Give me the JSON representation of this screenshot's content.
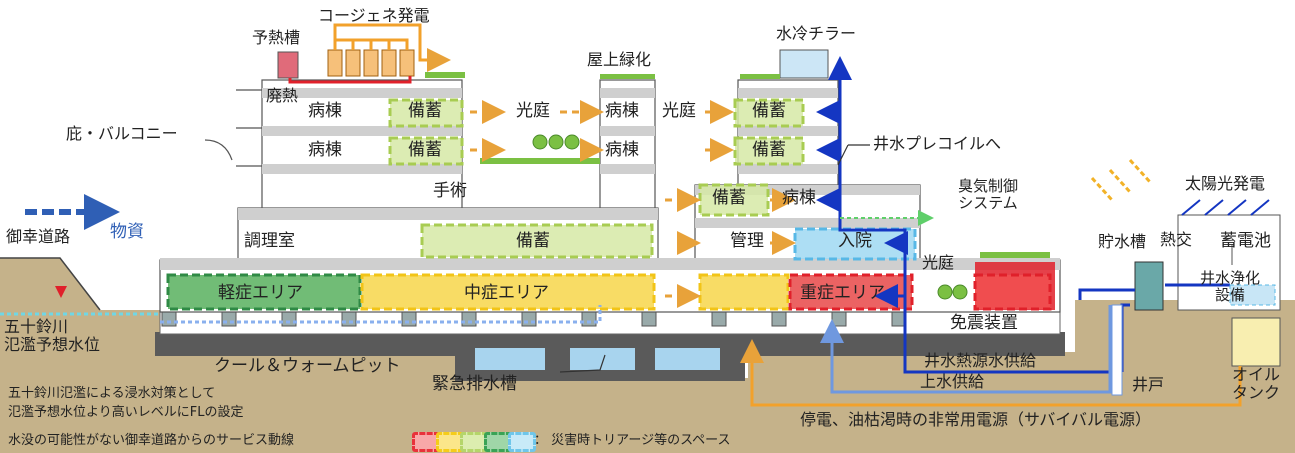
{
  "labels": {
    "preheat_tank": "予熱槽",
    "cogeneration": "コージェネ発電",
    "waste_heat": "廃熱",
    "rooftop_green": "屋上緑化",
    "water_chiller": "水冷チラー",
    "eaves_balcony": "庇・バルコニー",
    "ward": "病棟",
    "storage": "備蓄",
    "lightwell": "光庭",
    "surgery": "手術",
    "well_water_precoil": "井水プレコイルへ",
    "odor_control": "臭気制御\nシステム",
    "solar_power": "太陽光発電",
    "supplies": "物資",
    "gokou_road": "御幸道路",
    "kitchen": "調理室",
    "admin": "管理",
    "admission": "入院",
    "water_tank": "貯水槽",
    "heat_exchange": "熱交",
    "battery": "蓄電池",
    "well_water_purification": "井水浄化\n設備",
    "mild_area": "軽症エリア",
    "moderate_area": "中症エリア",
    "severe_area": "重症エリア",
    "seismic_isolation": "免震装置",
    "isuzu_river": "五十鈴川\n氾濫予想水位",
    "cool_warm_pit": "クール＆ウォームピット",
    "emergency_drain": "緊急排水槽",
    "well_heat_supply": "井水熱源水供給",
    "water_supply": "上水供給",
    "well": "井戸",
    "oil_tank": "オイル\nタンク",
    "flood_note": "五十鈴川氾濫による浸水対策として\n氾濫予想水位より高いレベルにFLの設定",
    "service_route_note": "水没の可能性がない御幸道路からのサービス動線",
    "legend_label": "： 災害時トリアージ等のスペース",
    "survival_power": "停電、油枯渇時の非常用電源（サバイバル電源）"
  },
  "legend_colors": [
    "#e8323a",
    "#f5cc1a",
    "#b5d56a",
    "#3aa356",
    "#6fc6ea"
  ],
  "colors": {
    "mild": "#2f8a45",
    "moderate": "#f2c417",
    "storage": "#a8cc52",
    "severe": "#e0202a",
    "admission": "#58b8e6",
    "pipe_blue": "#1436c2",
    "pipe_lightblue": "#6f98df",
    "pipe_orange": "#f2a12b",
    "arrow_orange": "#e8a23a",
    "ground": "#c5b28a"
  }
}
